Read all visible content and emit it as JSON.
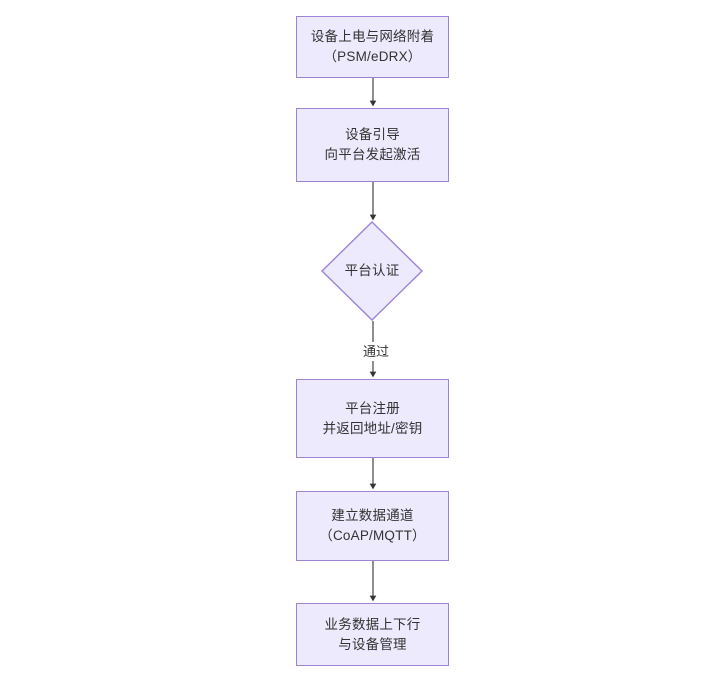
{
  "diagram": {
    "type": "flowchart",
    "orientation": "top-to-bottom",
    "background_color": "#ffffff",
    "node_fill_color": "#eceafc",
    "node_border_color": "#9e83d6",
    "text_color": "#333333",
    "connector_color": "#333333",
    "nodes": [
      {
        "id": "n1",
        "shape": "rectangle",
        "line1": "设备上电与网络附着",
        "line2": "（PSM/eDRX）"
      },
      {
        "id": "n2",
        "shape": "rectangle",
        "line1": "设备引导",
        "line2": "向平台发起激活"
      },
      {
        "id": "n3",
        "shape": "diamond",
        "line1": "平台认证",
        "line2": ""
      },
      {
        "id": "n4",
        "shape": "rectangle",
        "line1": "平台注册",
        "line2": "并返回地址/密钥"
      },
      {
        "id": "n5",
        "shape": "rectangle",
        "line1": "建立数据通道",
        "line2": "（CoAP/MQTT）"
      },
      {
        "id": "n6",
        "shape": "rectangle",
        "line1": "业务数据上下行",
        "line2": "与设备管理"
      }
    ],
    "edges": [
      {
        "id": "e1",
        "from": "n1",
        "to": "n2",
        "label": ""
      },
      {
        "id": "e2",
        "from": "n2",
        "to": "n3",
        "label": ""
      },
      {
        "id": "e3",
        "from": "n3",
        "to": "n4",
        "label": "通过"
      },
      {
        "id": "e4",
        "from": "n4",
        "to": "n5",
        "label": ""
      },
      {
        "id": "e5",
        "from": "n5",
        "to": "n6",
        "label": ""
      }
    ]
  }
}
